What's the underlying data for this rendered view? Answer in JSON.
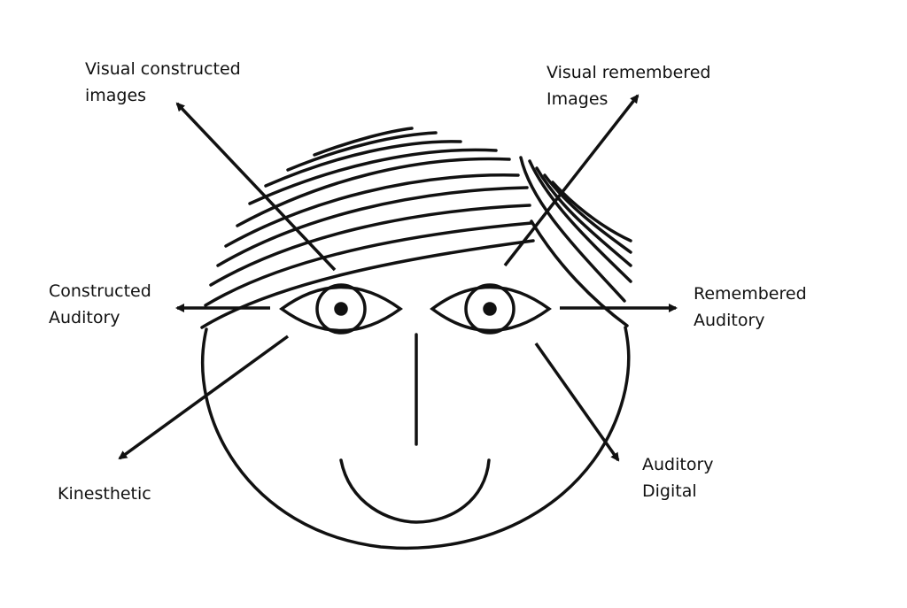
{
  "labels": {
    "visual_constructed": [
      "Visual constructed",
      "images"
    ],
    "visual_remembered": [
      "Visual remembered",
      "Images"
    ],
    "constructed_auditory": [
      "Constructed",
      "Auditory"
    ],
    "remembered_auditory": [
      "Remembered",
      "Auditory"
    ],
    "kinesthetic": [
      "Kinesthetic"
    ],
    "auditory_digital": [
      "Auditory",
      "Digital"
    ]
  },
  "colors": {
    "ink": "#111111",
    "background": "#ffffff"
  }
}
